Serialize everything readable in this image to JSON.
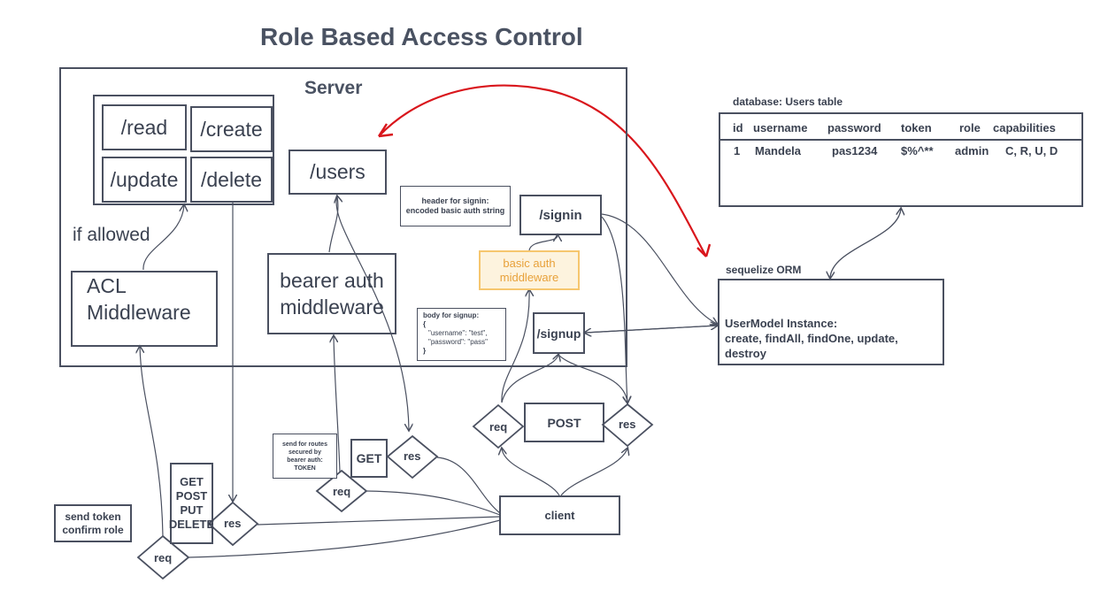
{
  "title": "Role Based Access Control",
  "server": {
    "label": "Server",
    "routes": {
      "read": "/read",
      "create": "/create",
      "update": "/update",
      "delete": "/delete",
      "users": "/users",
      "signin": "/signin",
      "signup": "/signup"
    },
    "if_allowed": "if allowed",
    "acl": [
      "ACL",
      "Middleware"
    ],
    "bearer": [
      "bearer auth",
      "middleware"
    ],
    "basic": [
      "basic auth",
      "middleware"
    ],
    "header_note": [
      "header for signin:",
      "encoded basic auth string"
    ],
    "body_note": [
      "body for signup:",
      "{",
      "\"username\": \"test\",",
      "\"password\": \"pass\"",
      "}"
    ]
  },
  "client": {
    "label": "client",
    "post": "POST",
    "get": "GET",
    "methods": [
      "GET",
      "POST",
      "PUT",
      "DELETE"
    ],
    "req": "req",
    "res": "res",
    "send_token": [
      "send token",
      "confirm role"
    ],
    "bearer_note": [
      "send for routes",
      "secured by",
      "bearer auth:",
      "TOKEN"
    ]
  },
  "database": {
    "label": "database:  Users table",
    "headers": [
      "id",
      "username",
      "password",
      "token",
      "role",
      "capabilities"
    ],
    "row": [
      "1",
      "Mandela",
      "pas1234",
      "$%^**",
      "admin",
      "C, R, U, D"
    ]
  },
  "orm": {
    "label": "sequelize ORM",
    "instance": [
      "UserModel Instance:",
      "create, findAll, findOne, update,",
      "destroy"
    ]
  },
  "colors": {
    "stroke": "#4a5060",
    "basic_border": "#f6c66e",
    "basic_fill": "#fdf3de",
    "basic_text": "#e8a13a",
    "red_arrow": "#d9161c"
  }
}
